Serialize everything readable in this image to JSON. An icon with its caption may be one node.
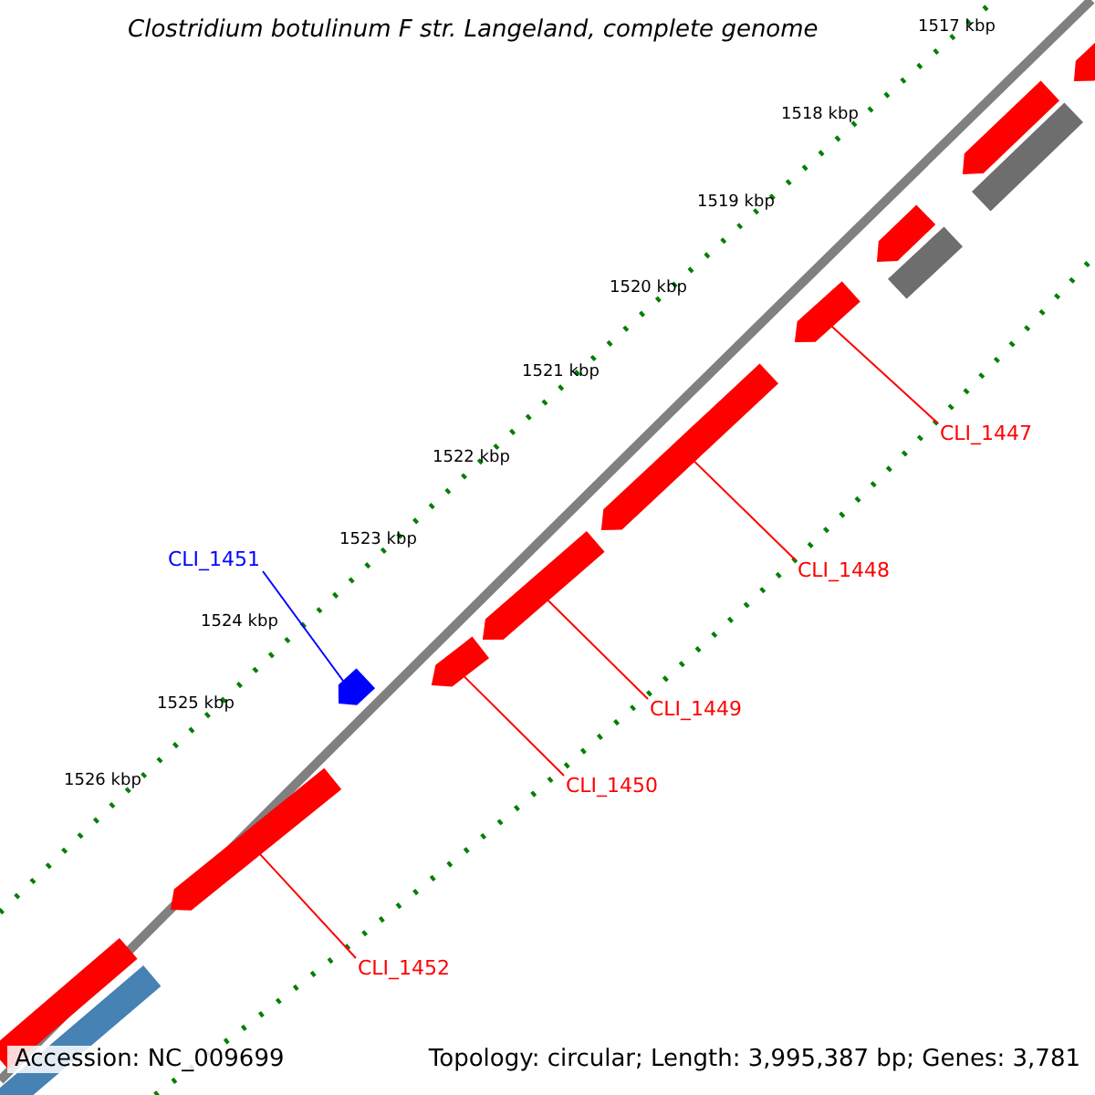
{
  "diagram": {
    "title": "Clostridium botulinum F str. Langeland, complete genome",
    "nodes": [
      {
        "text": [],
        "shape": "bar"
      },
      {
        "text": [],
        "shape": "bar"
      },
      {
        "text": [],
        "shape": "bar"
      },
      {
        "text": [],
        "shape": "bar"
      },
      {
        "text": [],
        "shape": "bar"
      },
      {
        "text": [],
        "shape": "bar"
      },
      {
        "text": [
          "CLI_1447"
        ]
      },
      {
        "text": [],
        "shape": "bar"
      },
      {
        "text": [
          "CLI_1448"
        ]
      },
      {
        "text": [
          "CLI_1451"
        ]
      },
      {
        "text": [],
        "shape": "bar"
      },
      {
        "text": [],
        "shape": "bar"
      },
      {
        "text": [],
        "shape": "bar"
      },
      {
        "text": [
          "CLI_1449"
        ]
      },
      {
        "text": [
          "CLI_1450"
        ]
      },
      {
        "text": [],
        "shape": "bar"
      },
      {
        "text": [
          "CLI_1452"
        ]
      },
      {
        "text": [],
        "shape": "bar"
      },
      {
        "text": [],
        "shape": "bar"
      }
    ],
    "edges": [
      {
        "from": 6,
        "to": 5,
        "arrow": "none"
      },
      {
        "from": 8,
        "to": 7,
        "arrow": "none"
      },
      {
        "from": 9,
        "to": 11,
        "arrow": "none",
        "color": "#0000ff"
      },
      {
        "from": 13,
        "to": 10,
        "arrow": "none"
      },
      {
        "from": 14,
        "to": 12,
        "arrow": "none"
      },
      {
        "from": 16,
        "to": 15,
        "arrow": "none"
      }
    ],
    "labels": [
      "1517 kbp",
      "1518 kbp",
      "1519 kbp",
      "1520 kbp",
      "1521 kbp",
      "1522 kbp",
      "1523 kbp",
      "1524 kbp",
      "1525 kbp",
      "1526 kbp",
      "Accession: NC_009699",
      "Topology: circular; Length: 3,995,387 bp; Genes: 3,781"
    ]
  }
}
